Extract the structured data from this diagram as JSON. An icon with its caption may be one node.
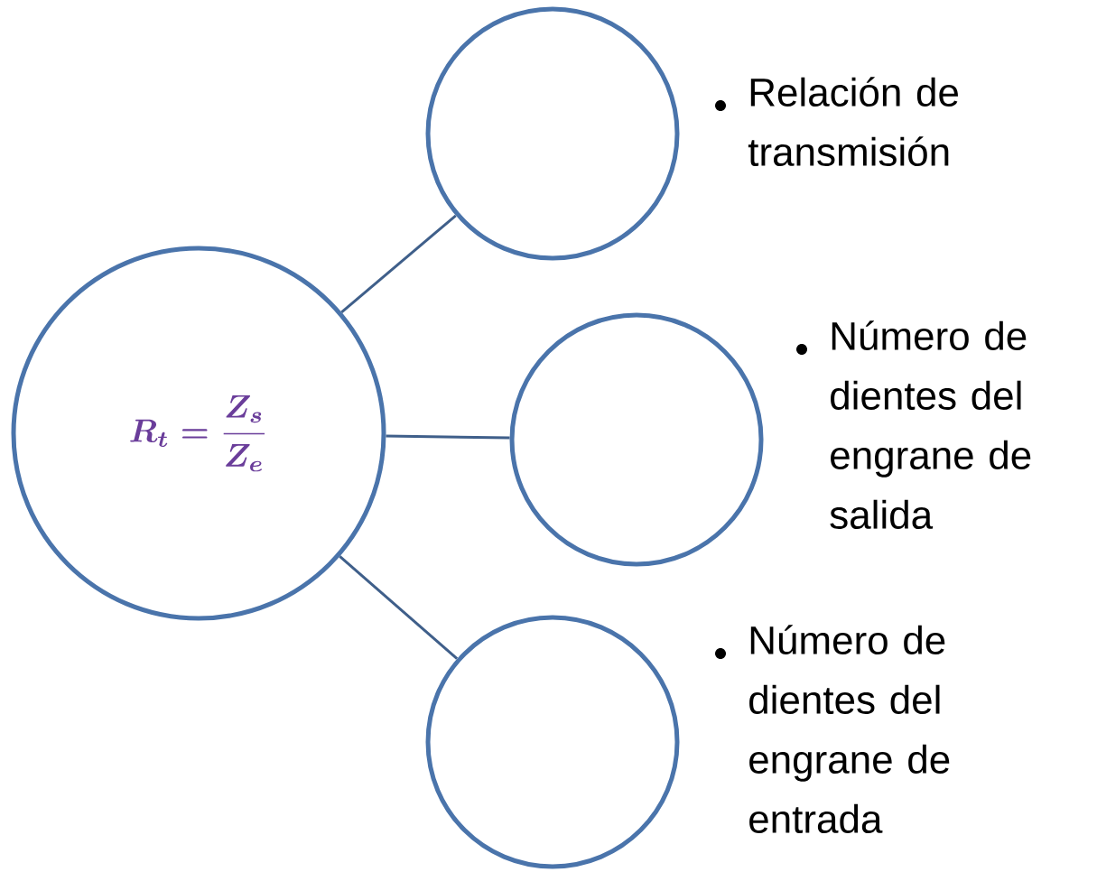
{
  "diagram": {
    "nodes": [
      {
        "text": [
          "R_t = \\frac{Z_s}{Z_e}"
        ]
      },
      {
        "text": [],
        "shape": "circle",
        "beside": [
          "Relación de transmisión"
        ]
      },
      {
        "text": [],
        "shape": "circle",
        "beside": [
          "Número de dientes del engrane de salida"
        ]
      },
      {
        "text": [],
        "shape": "circle",
        "beside": [
          "Número de dientes del engrane de entrada"
        ]
      }
    ],
    "edges": [
      {
        "from": 0,
        "to": 1,
        "arrow": "none"
      },
      {
        "from": 0,
        "to": 2,
        "arrow": "none"
      },
      {
        "from": 0,
        "to": 3,
        "arrow": "none"
      }
    ]
  }
}
